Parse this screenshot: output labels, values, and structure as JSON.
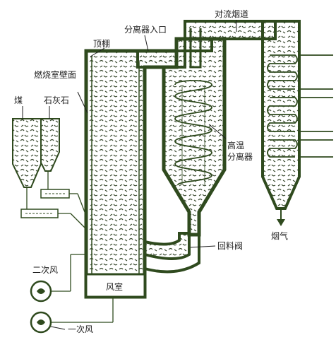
{
  "labels": {
    "coal": "煤",
    "limestone": "石灰石",
    "combustion_wall": "燃烧室壁面",
    "roof": "顶棚",
    "separator_inlet": "分离器入口",
    "convection_duct": "对流烟道",
    "hot_separator_line1": "高温",
    "hot_separator_line2": "分离器",
    "return_valve": "回料阀",
    "flue_gas": "烟气",
    "secondary_air": "二次风",
    "primary_air": "一次风",
    "wind_box": "风室"
  },
  "colors": {
    "wall": "#2f4a1e",
    "bed_texture": "#3a4a30",
    "background": "#ffffff",
    "text": "#1e1e1e"
  }
}
